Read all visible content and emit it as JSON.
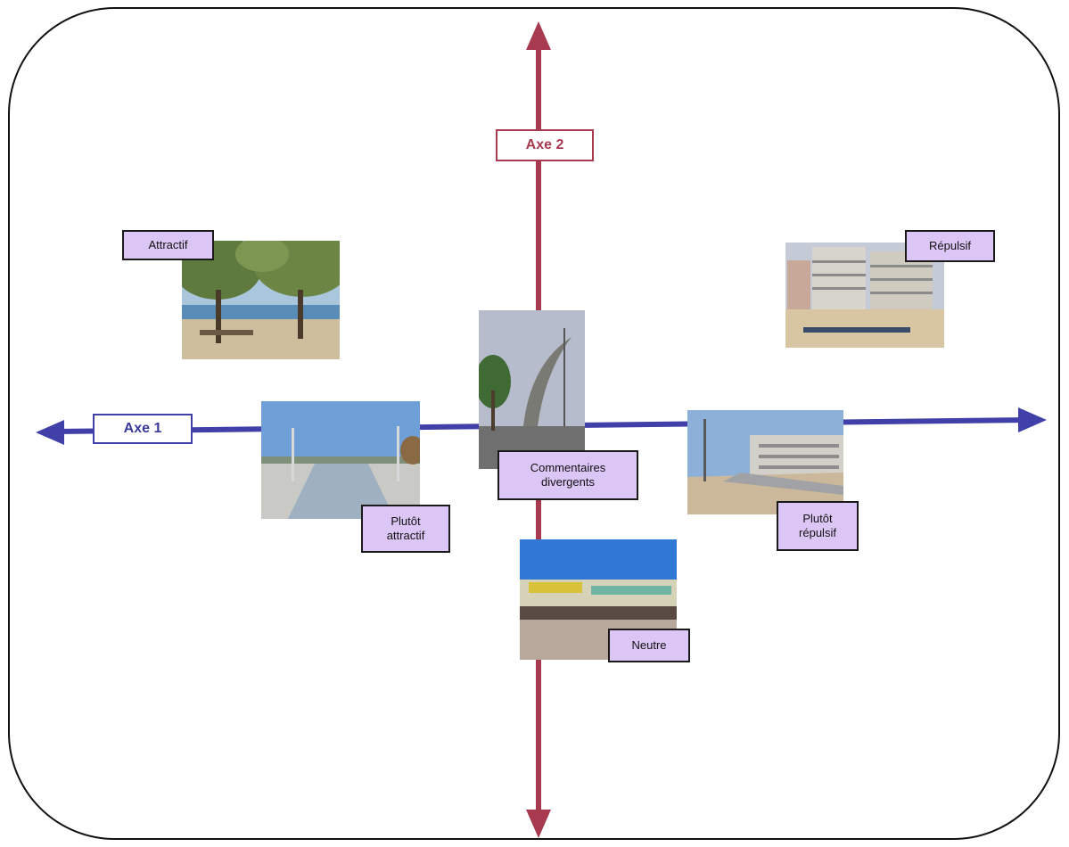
{
  "axes": {
    "axis1": {
      "label": "Axe 1",
      "color": "#4040a8"
    },
    "axis2": {
      "label": "Axe 2",
      "color": "#a83a50"
    }
  },
  "items": [
    {
      "id": "attractif",
      "label": "Attractif",
      "photo": "beach-trees-photo"
    },
    {
      "id": "plutot-attractif",
      "label": "Plutôt\nattractif",
      "photo": "promenade-poles-photo"
    },
    {
      "id": "commentaires-divergents",
      "label": "Commentaires\ndivergents",
      "photo": "sculpture-photo"
    },
    {
      "id": "neutre",
      "label": "Neutre",
      "photo": "shopfront-photo"
    },
    {
      "id": "plutot-repulsif",
      "label": "Plutôt\nrépulsif",
      "photo": "seafront-buildings-photo"
    },
    {
      "id": "repulsif",
      "label": "Répulsif",
      "photo": "beach-highrise-photo"
    }
  ],
  "colors": {
    "tag_fill": "#dcc6f6",
    "frame": "#111111"
  }
}
